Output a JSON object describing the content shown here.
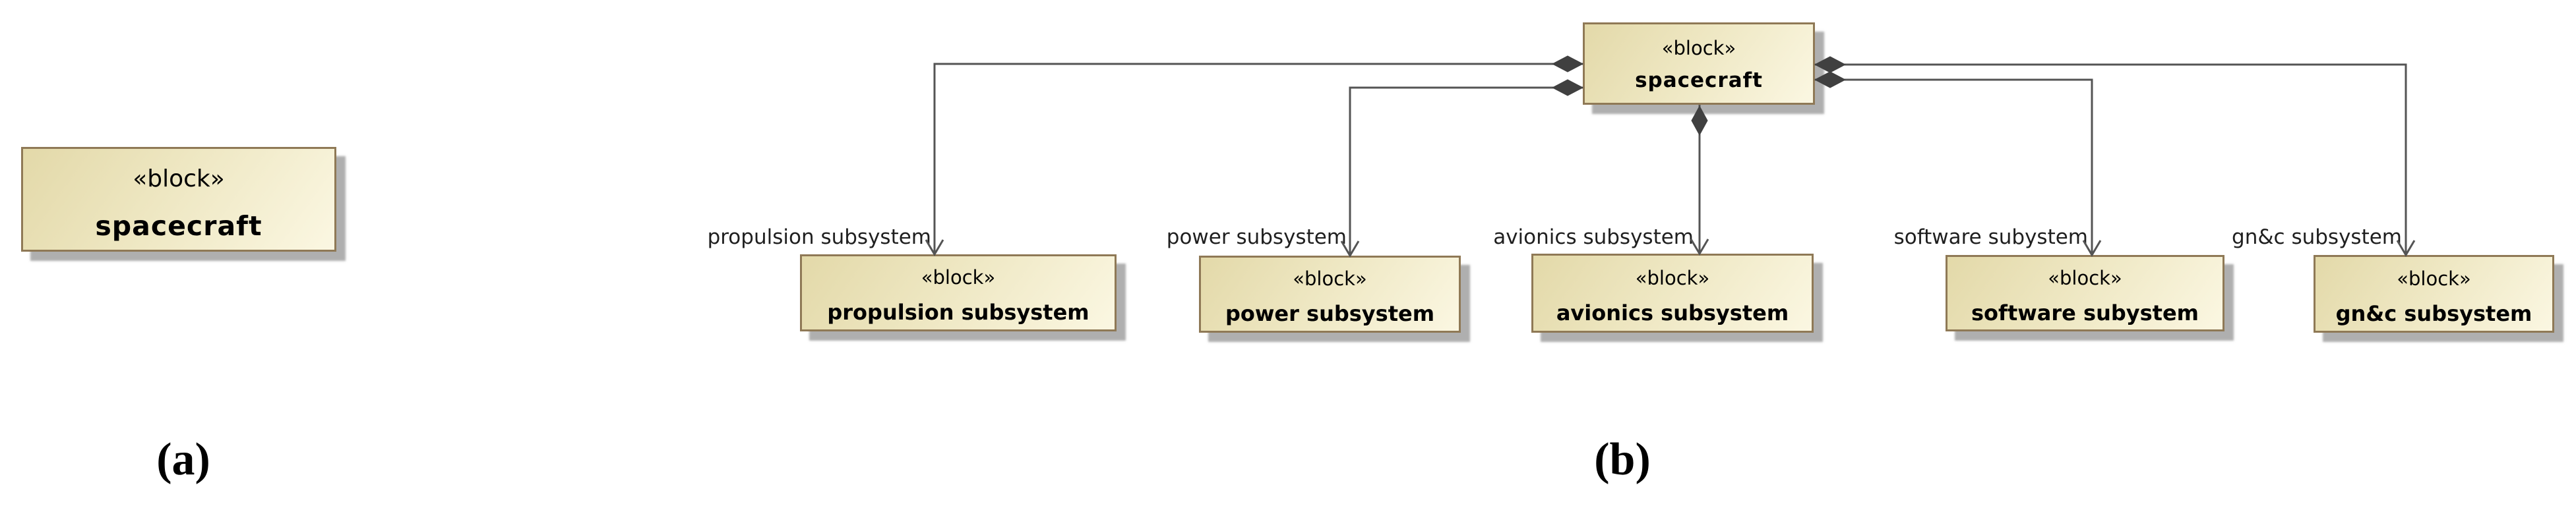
{
  "colors": {
    "background": "#ffffff",
    "block_fill_top": "#e3d9a9",
    "block_fill_bottom": "#fbf7e2",
    "block_border": "#8f7956",
    "connector": "#545454",
    "diamond": "#404040",
    "role_label_text": "#1f1f1f",
    "block_text": "#000000"
  },
  "diagram_a": {
    "block": {
      "stereotype": "«block»",
      "name": "spacecraft"
    },
    "caption": "(a)"
  },
  "diagram_b": {
    "parent": {
      "stereotype": "«block»",
      "name": "spacecraft"
    },
    "children": [
      {
        "stereotype": "«block»",
        "name": "propulsion subsystem",
        "role": "propulsion subsystem"
      },
      {
        "stereotype": "«block»",
        "name": "power subsystem",
        "role": "power subsystem"
      },
      {
        "stereotype": "«block»",
        "name": "avionics subsystem",
        "role": "avionics subsystem"
      },
      {
        "stereotype": "«block»",
        "name": "software subystem",
        "role": "software subystem"
      },
      {
        "stereotype": "«block»",
        "name": "gn&c subsystem",
        "role": "gn&c subsystem"
      }
    ],
    "caption": "(b)"
  }
}
